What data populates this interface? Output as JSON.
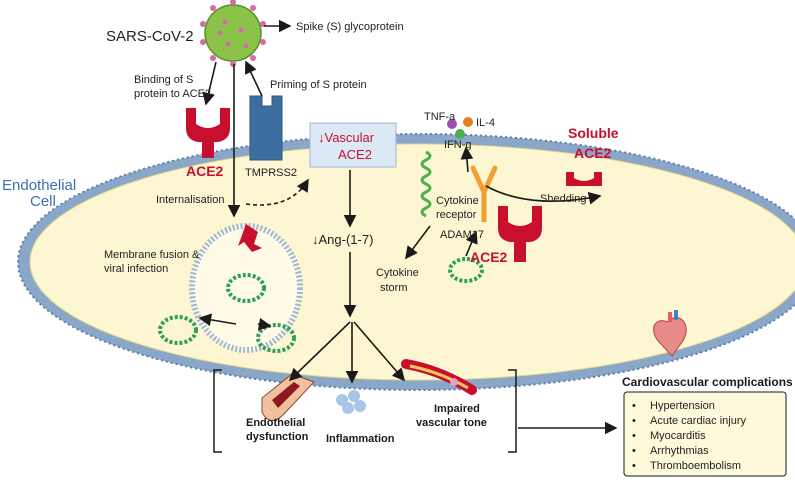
{
  "virus": {
    "label": "SARS-CoV-2",
    "spike_label": "Spike (S) glycoprotein"
  },
  "binding": {
    "line1": "Binding of S",
    "line2": "protein to ACE2"
  },
  "priming_label": "Priming of S protein",
  "ace2_label": "ACE2",
  "tmprss2_label": "TMPRSS2",
  "vascular_box": {
    "arrow": "↓",
    "line1": "Vascular",
    "line2": "ACE2"
  },
  "cell": {
    "line1": "Endothelial",
    "line2": "Cell"
  },
  "internalisation_label": "Internalisation",
  "fusion": {
    "line1": "Membrane fusion &",
    "line2": "viral infection"
  },
  "ang_label": "↓Ang-(1-7)",
  "cytokines": {
    "tnf": "TNF-a",
    "il4": "IL-4",
    "ifn": "IFN-g"
  },
  "cytokine_receptor": {
    "line1": "Cytokine",
    "line2": "receptor"
  },
  "cytokine_storm": {
    "line1": "Cytokine",
    "line2": "storm"
  },
  "adam17_label": "ADAM17",
  "ace2_right_label": "ACE2",
  "shedding_label": "Shedding",
  "soluble_ace2": {
    "line1": "Soluble",
    "line2": "ACE2"
  },
  "outcomes": {
    "endothelial": {
      "line1": "Endothelial",
      "line2": "dysfunction"
    },
    "inflammation": "Inflammation",
    "vascular_tone": {
      "line1": "Impaired",
      "line2": "vascular tone"
    }
  },
  "complications": {
    "title": "Cardiovascular complications",
    "items": [
      "Hypertension",
      "Acute cardiac injury",
      "Myocarditis",
      "Arrhythmias",
      "Thromboembolism"
    ]
  },
  "colors": {
    "ace2_red": "#c8102e",
    "cell_fill": "#fdf6d2",
    "membrane_blue": "#8aa6c9",
    "text_blue": "#3a6fb0",
    "box_bg": "#fff9db"
  }
}
